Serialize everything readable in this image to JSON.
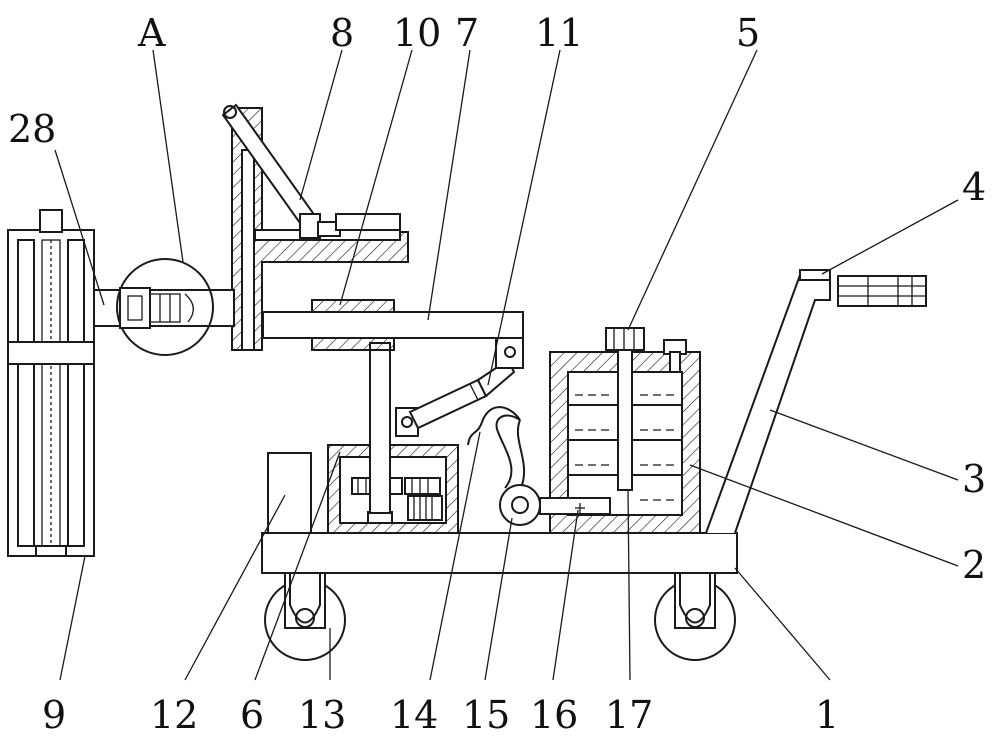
{
  "labels": {
    "A": "A",
    "n28": "28",
    "n8": "8",
    "n10": "10",
    "n7": "7",
    "n11": "11",
    "n5": "5",
    "n4": "4",
    "n3": "3",
    "n2": "2",
    "n9": "9",
    "n12": "12",
    "n6": "6",
    "n13": "13",
    "n14": "14",
    "n15": "15",
    "n16": "16",
    "n17": "17",
    "n1": "1"
  }
}
